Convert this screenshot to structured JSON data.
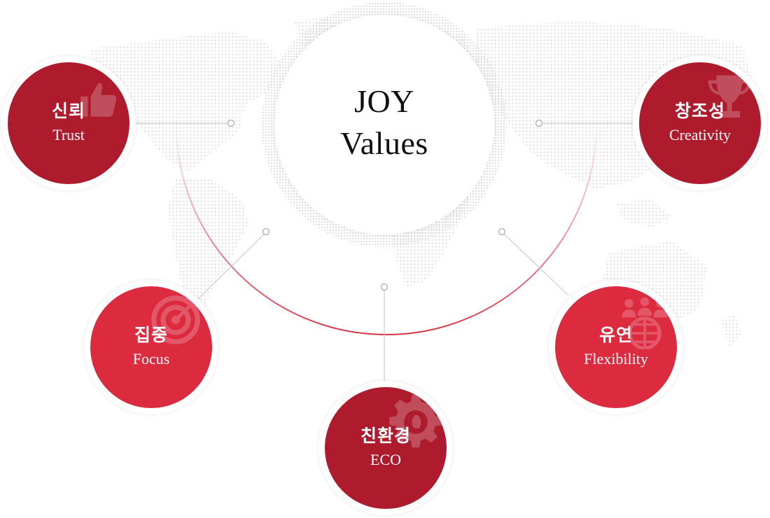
{
  "center": {
    "line1": "JOY",
    "line2": "Values"
  },
  "values": [
    {
      "id": "trust",
      "ko": "신뢰",
      "en": "Trust",
      "icon": "thumbs-up-icon"
    },
    {
      "id": "creativity",
      "ko": "창조성",
      "en": "Creativity",
      "icon": "trophy-icon"
    },
    {
      "id": "focus",
      "ko": "집중",
      "en": "Focus",
      "icon": "target-icon"
    },
    {
      "id": "eco",
      "ko": "친환경",
      "en": "ECO",
      "icon": "gear-leaf-icon"
    },
    {
      "id": "flexibility",
      "ko": "유연",
      "en": "Flexibility",
      "icon": "people-globe-icon"
    }
  ],
  "colors": {
    "dark_red": "#ad1b2d",
    "light_red": "#dc2a3f",
    "arc": "#d8344a",
    "connector": "#cccccc"
  }
}
